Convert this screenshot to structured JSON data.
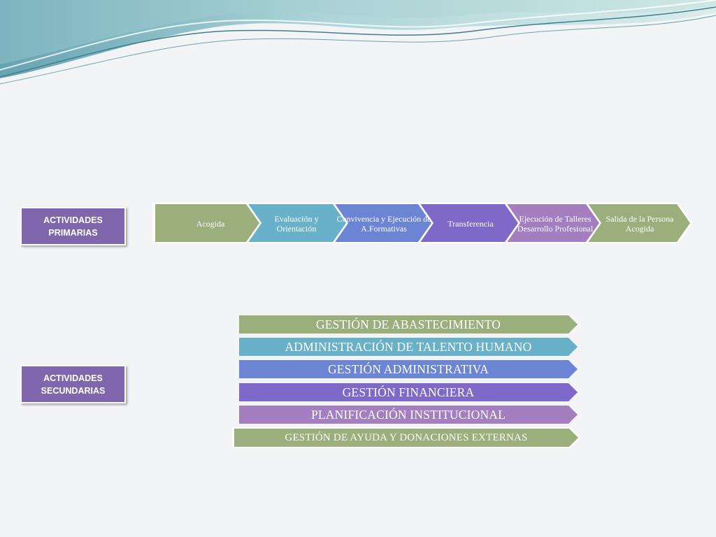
{
  "colors": {
    "purple_label": "#8066ad",
    "green": "#9aaf7c",
    "teal": "#68b1c8",
    "blue": "#6b85d4",
    "violet": "#7e68c8",
    "lilac": "#a47fc0"
  },
  "primary": {
    "label": "ACTIVIDADES PRIMARIAS",
    "steps": [
      {
        "label": "Acogida"
      },
      {
        "label": "Evaluación y Orientación"
      },
      {
        "label": "Convivencia y Ejecución de A.Formativas"
      },
      {
        "label": "Transferencia"
      },
      {
        "label": "Ejecución de Talleres Desarrollo Profesional"
      },
      {
        "label": "Salida de la Persona Acogida"
      }
    ]
  },
  "secondary": {
    "label": "ACTIVIDADES SECUNDARIAS",
    "items": [
      {
        "label": "GESTIÓN DE ABASTECIMIENTO"
      },
      {
        "label": "ADMINISTRACIÓN DE TALENTO HUMANO"
      },
      {
        "label": "GESTIÓN ADMINISTRATIVA"
      },
      {
        "label": "GESTIÓN FINANCIERA"
      },
      {
        "label": "PLANIFICACIÓN INSTITUCIONAL"
      },
      {
        "label": "GESTIÓN DE AYUDA Y DONACIONES EXTERNAS"
      }
    ]
  }
}
